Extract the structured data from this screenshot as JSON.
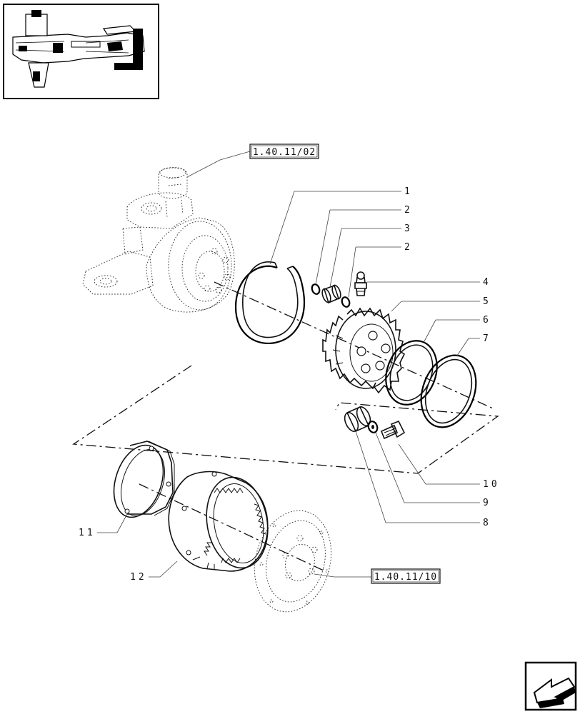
{
  "diagram": {
    "ref_top": "1.40.11/02",
    "ref_bottom": "1.40.11/10",
    "callouts": {
      "c1": "1",
      "c2a": "2",
      "c3": "3",
      "c2b": "2",
      "c4": "4",
      "c5": "5",
      "c6": "6",
      "c7": "7",
      "c8": "8",
      "c9": "9",
      "c10": "10",
      "c11": "11",
      "c12": "12"
    }
  },
  "nav": {
    "icon": "next-page-arrow-icon"
  }
}
